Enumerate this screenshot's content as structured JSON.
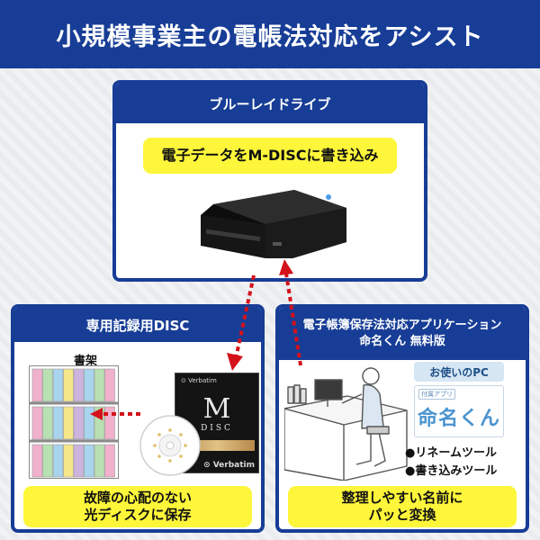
{
  "header": {
    "title": "小規模事業主の電帳法対応をアシスト"
  },
  "drive_panel": {
    "title": "ブルーレイドライブ",
    "callout": "電子データをM-DISCに書き込み"
  },
  "disc_panel": {
    "title": "専用記録用DISC",
    "shelf_label": "書架",
    "case_brand": "⊙ Verbatim",
    "case_logo_m": "M",
    "case_logo_disc": "DISC",
    "case_footer": "⊙ Verbatim",
    "callout_line1": "故障の心配のない",
    "callout_line2": "光ディスクに保存"
  },
  "app_panel": {
    "title_line1": "電子帳簿保存法対応アプリケーション",
    "title_line2": "命名くん 無料版",
    "pc_label": "お使いのPC",
    "app_badge": "付属アプリ",
    "app_name": "命名くん",
    "features": [
      "●リネームツール",
      "●書き込みツール"
    ],
    "callout_line1": "整理しやすい名前に",
    "callout_line2": "パッと変換"
  },
  "colors": {
    "brand_blue": "#173d96",
    "highlight_yellow": "#fdf63a",
    "arrow_red": "#d4121b"
  },
  "shelf_book_colors": [
    "#f1b1cc",
    "#b8e0b2",
    "#a8d4ee",
    "#f5e68a",
    "#cdb3dd",
    "#a8d4ee",
    "#b8e0b2",
    "#f1b1cc"
  ]
}
